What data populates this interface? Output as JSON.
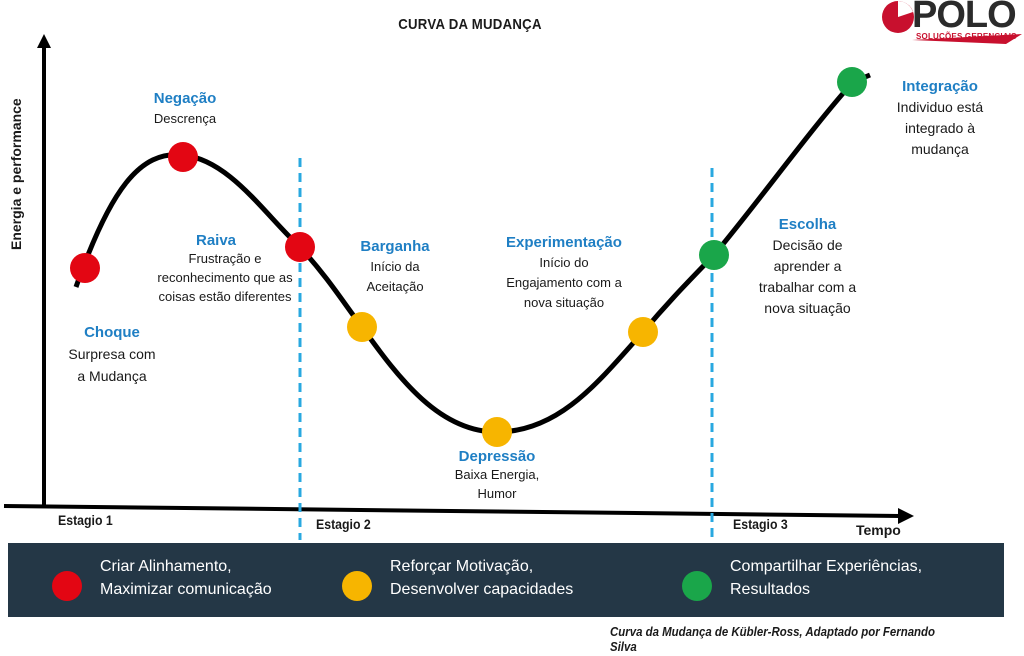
{
  "title": "CURVA DA MUDANÇA",
  "logo": {
    "name": "POLO",
    "subtitle": "SOLUÇÕES GERENCIAIS"
  },
  "axes": {
    "y_label": "Energia e performance",
    "x_label": "Tempo"
  },
  "stages": [
    "Estagio 1",
    "Estagio 2",
    "Estagio 3"
  ],
  "phases": [
    {
      "name": "Choque",
      "desc": [
        "Surpresa com",
        "a Mudança"
      ]
    },
    {
      "name": "Negação",
      "desc": [
        "Descrença"
      ]
    },
    {
      "name": "Raiva",
      "desc": [
        "Frustração e",
        "reconhecimento que as",
        "coisas estão diferentes"
      ]
    },
    {
      "name": "Barganha",
      "desc": [
        "Início da",
        "Aceitação"
      ]
    },
    {
      "name": "Depressão",
      "desc": [
        "Baixa Energia,",
        "Humor"
      ]
    },
    {
      "name": "Experimentação",
      "desc": [
        "Início do",
        "Engajamento com a",
        "nova situação"
      ]
    },
    {
      "name": "Escolha",
      "desc": [
        "Decisão de",
        "aprender a",
        "trabalhar com a",
        "nova situação"
      ]
    },
    {
      "name": "Integração",
      "desc": [
        "Individuo está",
        "integrado à",
        "mudança"
      ]
    }
  ],
  "legend": [
    {
      "color": "#e30613",
      "line1": "Criar Alinhamento,",
      "line2": "Maximizar comunicação"
    },
    {
      "color": "#f7b500",
      "line1": "Reforçar Motivação,",
      "line2": "Desenvolver capacidades"
    },
    {
      "color": "#1aa64a",
      "line1": "Compartilhar Experiências,",
      "line2": "Resultados"
    }
  ],
  "caption": "Curva da Mudança de Kübler-Ross, Adaptado por Fernando Silva"
}
